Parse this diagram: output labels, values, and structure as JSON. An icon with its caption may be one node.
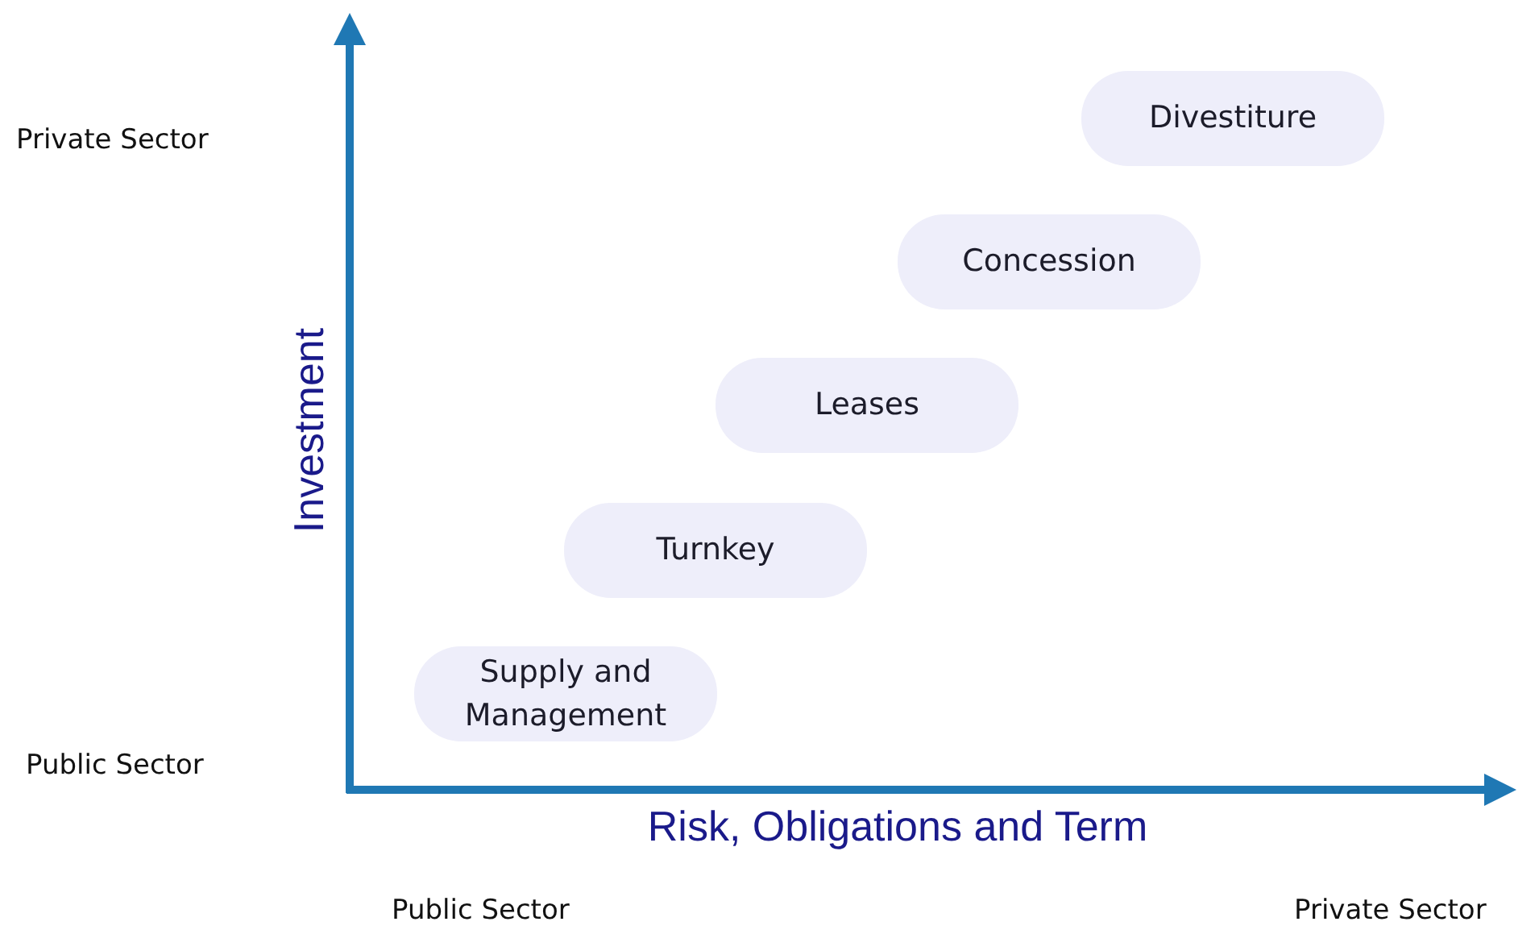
{
  "diagram": {
    "nodes": [
      {
        "text": [
          "Divestiture"
        ]
      },
      {
        "text": [
          "Concession"
        ]
      },
      {
        "text": [
          "Leases"
        ]
      },
      {
        "text": [
          "Turnkey"
        ]
      },
      {
        "text": [
          "Supply and Management"
        ]
      }
    ],
    "labels": [
      "Private Sector",
      "Investment",
      "Public Sector",
      "Risk, Obligations and Term",
      "Public Sector",
      "Private Sector"
    ]
  }
}
